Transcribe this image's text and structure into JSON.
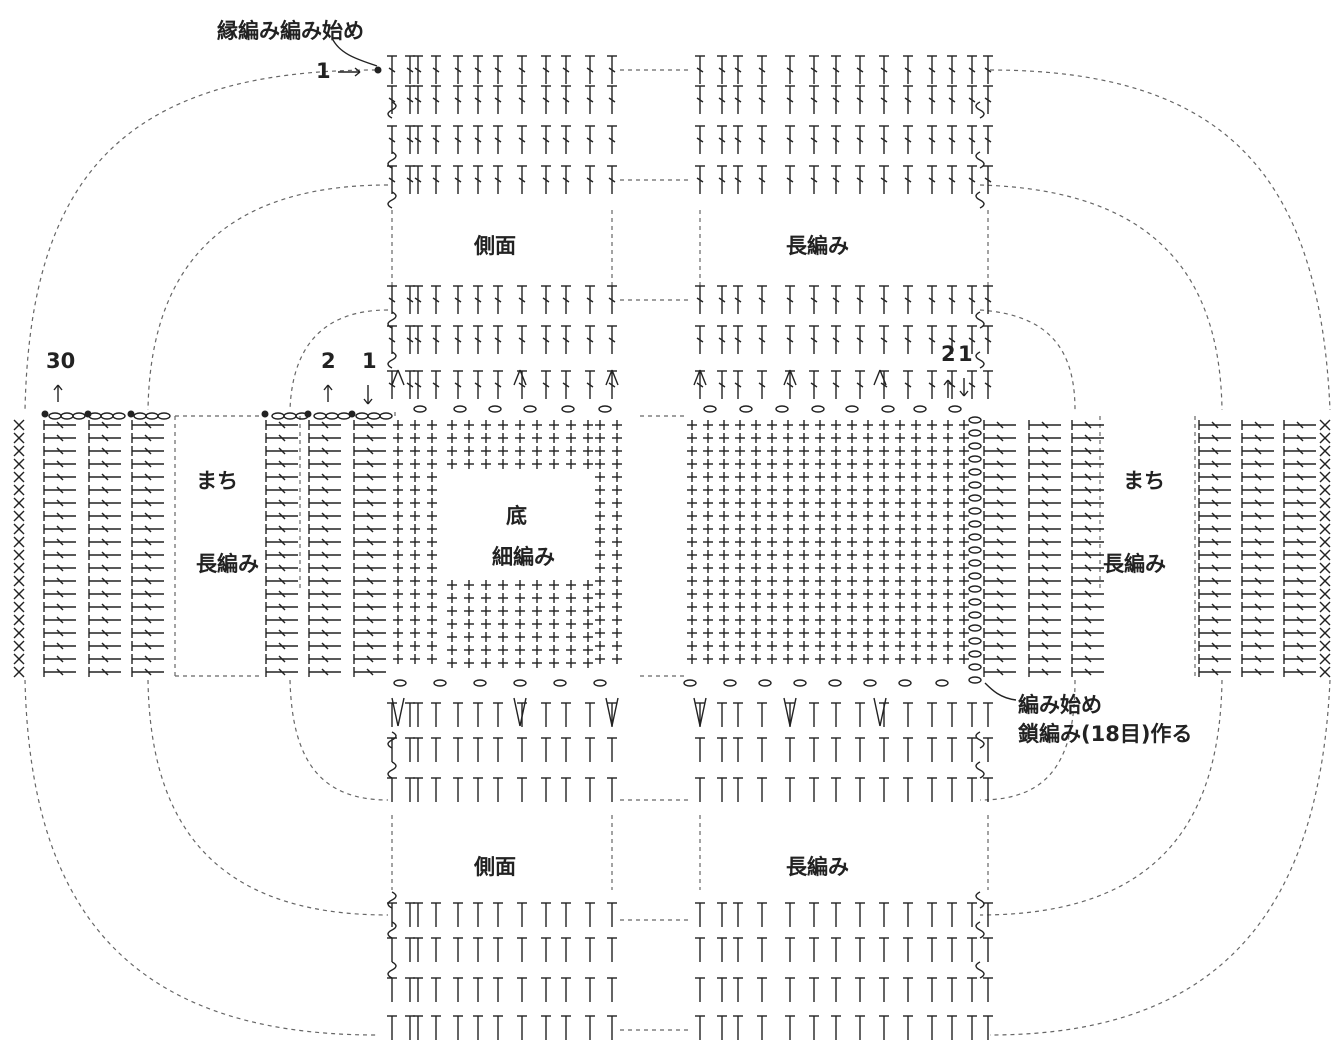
{
  "labels": {
    "edge_start": "縁編み編み始め",
    "side_top": "側面",
    "dc_top": "長編み",
    "side_bottom": "側面",
    "dc_bottom": "長編み",
    "gusset_left": "まち",
    "dc_left": "長編み",
    "gusset_right": "まち",
    "dc_right": "長編み",
    "base": "底",
    "sc": "細編み",
    "start": "編み始め",
    "chain": "鎖編み(18目)作る"
  },
  "round_numbers": {
    "edge_round": "1",
    "r30": "30",
    "r2": "2",
    "r1": "1",
    "r2_right": "2",
    "r1_right": "1"
  },
  "colors": {
    "ink": "#222222",
    "dash": "#666666",
    "background": "#ffffff"
  }
}
